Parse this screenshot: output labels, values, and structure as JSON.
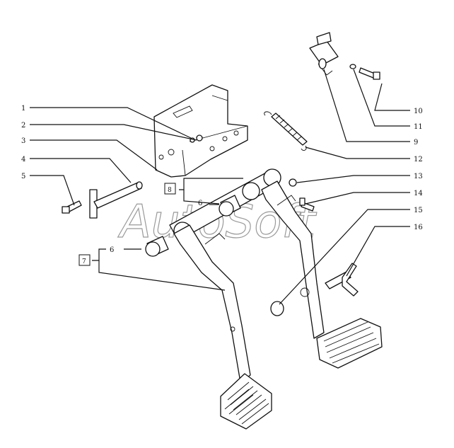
{
  "callouts": {
    "c1": "1",
    "c2": "2",
    "c3": "3",
    "c4": "4",
    "c5": "5",
    "c6a": "6",
    "c6b": "6",
    "c9": "9",
    "c10": "10",
    "c11": "11",
    "c12": "12",
    "c13": "13",
    "c14": "14",
    "c15": "15",
    "c16": "16"
  },
  "boxes": {
    "b7": "7",
    "b8": "8"
  },
  "watermark": "AutoSoft"
}
